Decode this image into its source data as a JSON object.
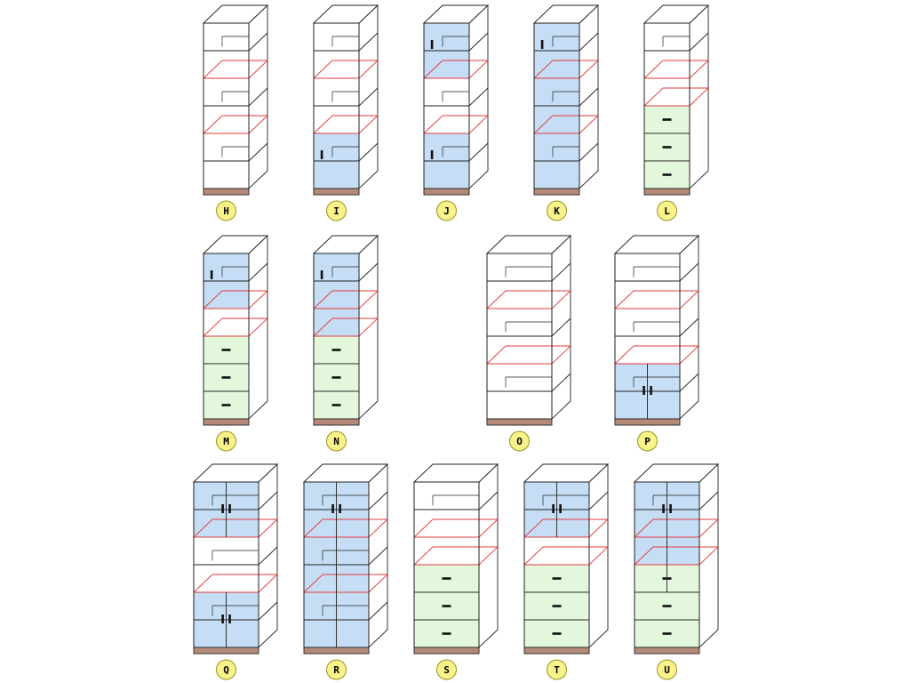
{
  "colors": {
    "background": "#ffffff",
    "outline": "#222222",
    "shelf_red": "#e23b3b",
    "door_blue": "#c6ddf6",
    "drawer_green": "#e3f7dc",
    "plinth_brown": "#b68a78",
    "label_fill": "#f7f28a",
    "label_stroke": "#9a9420",
    "handle": "#111111"
  },
  "cabinets": [
    {
      "label": "H",
      "layout": "narrow",
      "door": "none",
      "handles": "none"
    },
    {
      "label": "I",
      "layout": "narrow",
      "door": "low",
      "handles": "left"
    },
    {
      "label": "J",
      "layout": "narrow",
      "door": "split",
      "handles": "left"
    },
    {
      "label": "K",
      "layout": "narrow",
      "door": "full",
      "handles": "left"
    },
    {
      "label": "L",
      "layout": "narrow",
      "door": "none",
      "drawers": 3
    },
    {
      "label": "M",
      "layout": "narrow",
      "door": "upper",
      "drawers": 3
    },
    {
      "label": "N",
      "layout": "narrow",
      "door": "upper-tall",
      "drawers": 3
    },
    {
      "label": "O",
      "layout": "wide",
      "door": "none"
    },
    {
      "label": "P",
      "layout": "wide",
      "door": "low-double"
    },
    {
      "label": "Q",
      "layout": "wide",
      "door": "split-double"
    },
    {
      "label": "R",
      "layout": "wide",
      "door": "full-double"
    },
    {
      "label": "S",
      "layout": "wide",
      "door": "none",
      "drawers": 3
    },
    {
      "label": "T",
      "layout": "wide",
      "door": "upper-double",
      "drawers": 3
    },
    {
      "label": "U",
      "layout": "wide",
      "door": "upper-tall-double",
      "drawers": 3
    }
  ]
}
